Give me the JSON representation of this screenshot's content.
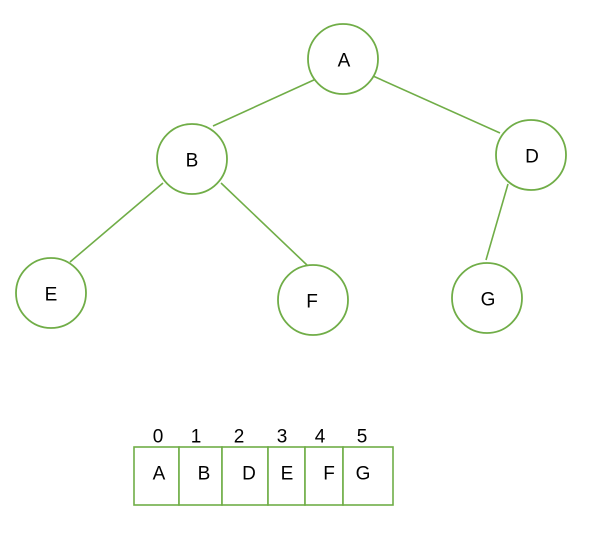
{
  "tree": {
    "nodes": [
      {
        "id": "A",
        "label": "A"
      },
      {
        "id": "B",
        "label": "B"
      },
      {
        "id": "D",
        "label": "D"
      },
      {
        "id": "E",
        "label": "E"
      },
      {
        "id": "F",
        "label": "F"
      },
      {
        "id": "G",
        "label": "G"
      }
    ],
    "edges": [
      {
        "from": "A",
        "to": "B"
      },
      {
        "from": "A",
        "to": "D"
      },
      {
        "from": "B",
        "to": "E"
      },
      {
        "from": "B",
        "to": "F"
      },
      {
        "from": "D",
        "to": "G"
      }
    ],
    "colors": {
      "stroke": "#70ad47",
      "text": "#000000",
      "fill": "#ffffff"
    }
  },
  "array": {
    "indices": [
      "0",
      "1",
      "2",
      "3",
      "4",
      "5"
    ],
    "cells": [
      "A",
      "B",
      "D",
      "E",
      "F",
      "G"
    ]
  }
}
